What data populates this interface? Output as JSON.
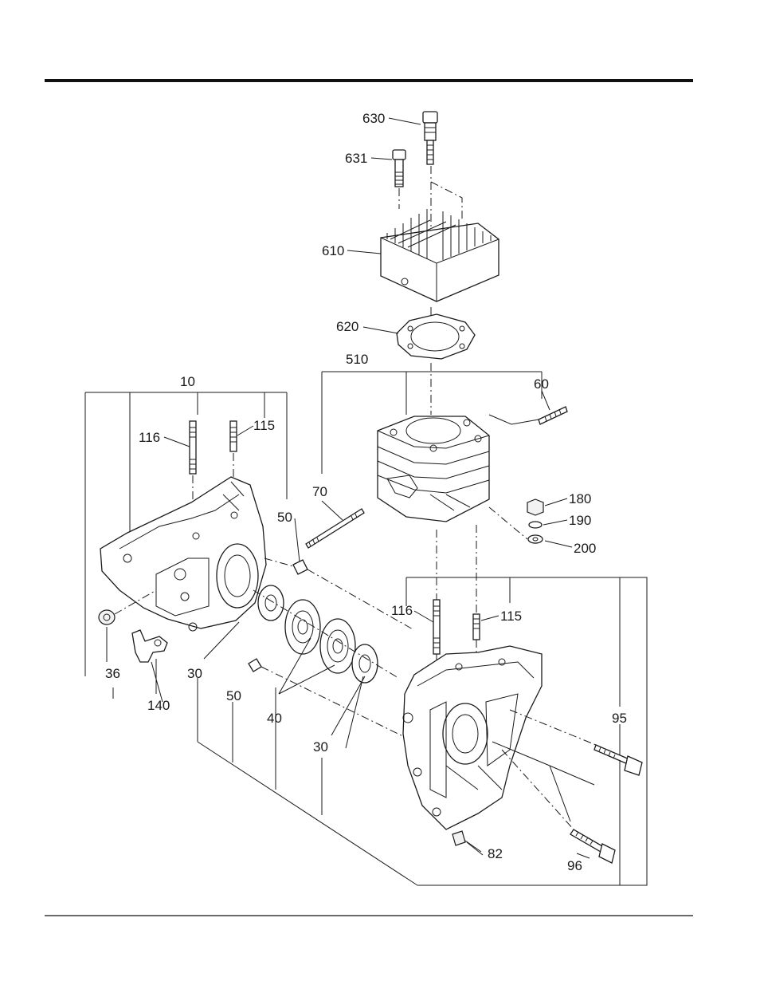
{
  "labels": {
    "p630": "630",
    "p631": "631",
    "p610": "610",
    "p620": "620",
    "p510": "510",
    "p60": "60",
    "p10": "10",
    "p116a": "116",
    "p115a": "115",
    "p50a": "50",
    "p70": "70",
    "p180": "180",
    "p190": "190",
    "p200": "200",
    "p116b": "116",
    "p115b": "115",
    "p36": "36",
    "p140": "140",
    "p30a": "30",
    "p50b": "50",
    "p40": "40",
    "p30b": "30",
    "p95": "95",
    "p82": "82",
    "p96": "96"
  }
}
